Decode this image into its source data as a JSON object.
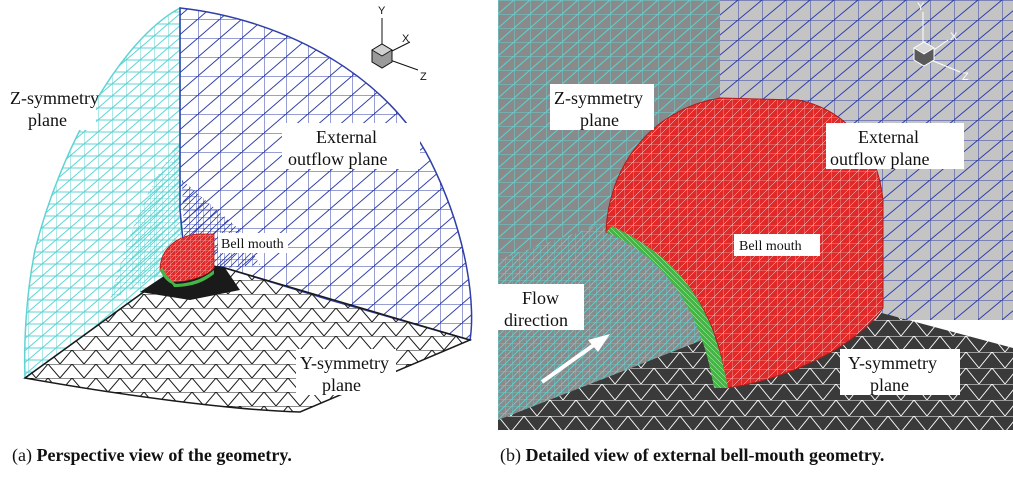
{
  "panel_a": {
    "labels": {
      "z_symmetry_line1": "Z-symmetry",
      "z_symmetry_line2": "plane",
      "external_line1": "External",
      "external_line2": "outflow plane",
      "bell_mouth": "Bell mouth",
      "y_symmetry_line1": "Y-symmetry",
      "y_symmetry_line2": "plane"
    },
    "axes": {
      "y": "Y",
      "x": "X",
      "z": "Z"
    },
    "caption": {
      "tag": "(a)",
      "text": "Perspective view of the geometry."
    }
  },
  "panel_b": {
    "labels": {
      "z_symmetry_line1": "Z-symmetry",
      "z_symmetry_line2": "plane",
      "external_line1": "External",
      "external_line2": "outflow plane",
      "bell_mouth": "Bell mouth",
      "flow_line1": "Flow",
      "flow_line2": "direction",
      "y_symmetry_line1": "Y-symmetry",
      "y_symmetry_line2": "plane"
    },
    "axes": {
      "y": "Y",
      "x": "X",
      "z": "Z"
    },
    "caption": {
      "tag": "(b)",
      "text": "Detailed view of external bell-mouth geometry."
    }
  },
  "colors": {
    "z_symmetry_mesh": "#5fd3d3",
    "outflow_mesh": "#2f3fa8",
    "y_symmetry_mesh": "#1a1a1a",
    "bell_mouth": "#e02a2a",
    "bell_mouth_lip": "#45b545",
    "background_grey": "#8a8a8a"
  }
}
